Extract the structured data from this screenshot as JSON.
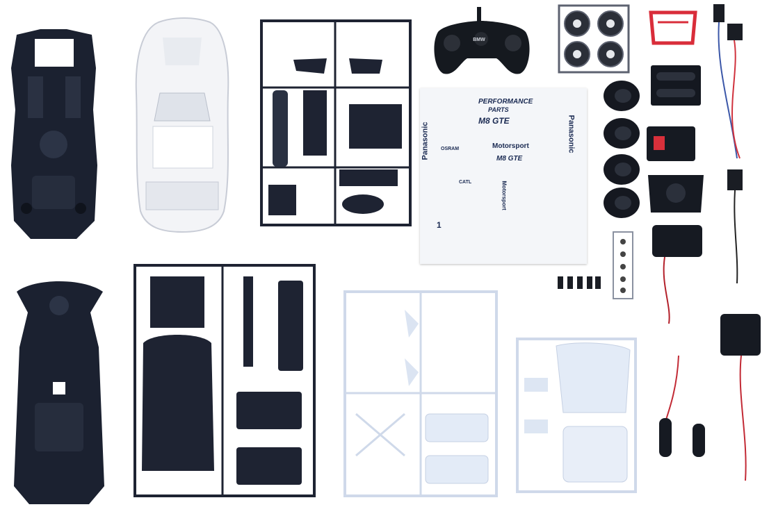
{
  "scene": {
    "decal_sheet": {
      "brand_left": "Panasonic",
      "brand_right": "Panasonic",
      "performance": "PERFORMANCE",
      "parts": "PARTS",
      "model_top": "M8 GTE",
      "motorsport_top": "Motorsport",
      "model_mid": "M8 GTE",
      "motorsport_side": "Motorsport",
      "catl": "CATL",
      "osram": "OSRAM",
      "number": "1"
    },
    "remote_logo": "BMW"
  }
}
